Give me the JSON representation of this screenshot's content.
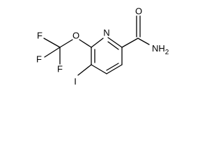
{
  "molecule": {
    "atoms": {
      "o_carbonyl": "O",
      "nh2": "NH2",
      "n_ring": "N",
      "o_ether": "O",
      "f_top": "F",
      "f_left": "F",
      "f_bottom": "F",
      "iodine": "I"
    }
  },
  "colors": {
    "bond": "#000000",
    "label": "#000000",
    "background": "#ffffff"
  }
}
